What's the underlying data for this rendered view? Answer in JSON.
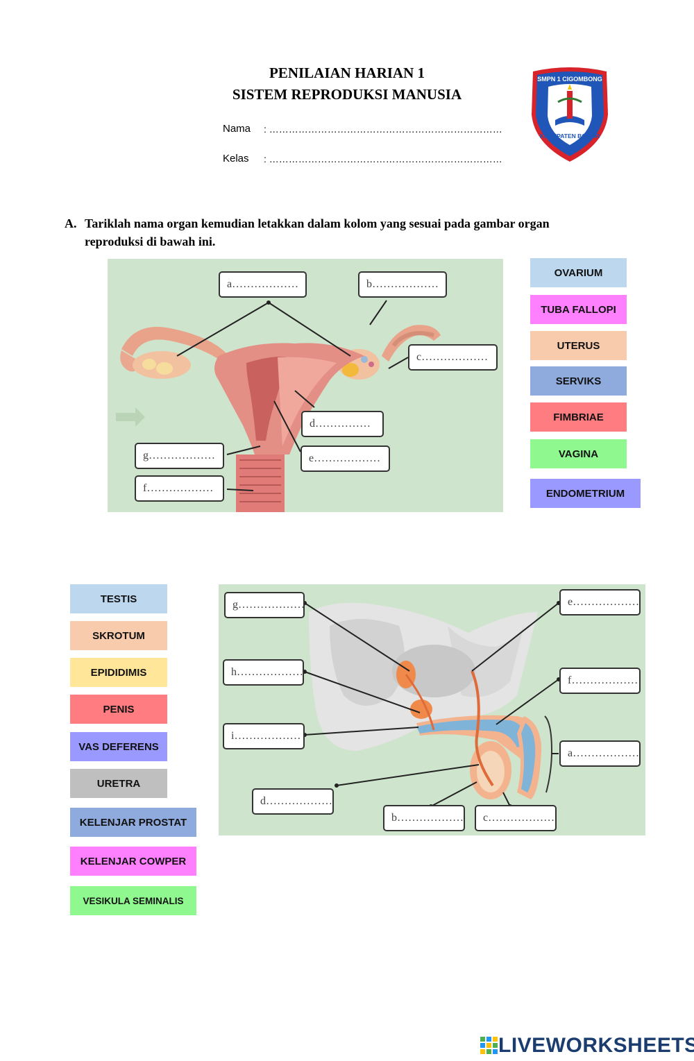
{
  "header": {
    "title_line1": "PENILAIAN HARIAN 1",
    "title_line2": "SISTEM REPRODUKSI MANUSIA",
    "fields": [
      {
        "label": "Nama",
        "value": ": ………………………………………………………………"
      },
      {
        "label": "Kelas",
        "value": ": ………………………………………………………………"
      }
    ],
    "logo_text_top": "SMPN 1 CIGOMBONG",
    "logo_text_bottom": "KABUPATEN BOGOR"
  },
  "section_a": {
    "marker": "A.",
    "instruction_line1": "Tariklah nama organ kemudian letakkan dalam kolom yang sesuai pada gambar organ",
    "instruction_line2": "reproduksi di bawah ini."
  },
  "female_diagram": {
    "labels": [
      "a………………",
      "b………………",
      "c………………",
      "d……………",
      "e………………",
      "g………………",
      "f………………"
    ]
  },
  "female_options": [
    {
      "label": "OVARIUM",
      "color": "#bdd7ee"
    },
    {
      "label": "TUBA FALLOPI",
      "color": "#ff80ff"
    },
    {
      "label": "UTERUS",
      "color": "#f8cbad"
    },
    {
      "label": "SERVIKS",
      "color": "#8faadc"
    },
    {
      "label": "FIMBRIAE",
      "color": "#ff7c80"
    },
    {
      "label": "VAGINA",
      "color": "#8ff98f"
    },
    {
      "label": "ENDOMETRIUM",
      "color": "#9999ff"
    }
  ],
  "male_options": [
    {
      "label": "TESTIS",
      "color": "#bdd7ee"
    },
    {
      "label": "SKROTUM",
      "color": "#f8cbad"
    },
    {
      "label": "EPIDIDIMIS",
      "color": "#ffe699"
    },
    {
      "label": "PENIS",
      "color": "#ff7c80"
    },
    {
      "label": "VAS DEFERENS",
      "color": "#9999ff"
    },
    {
      "label": "URETRA",
      "color": "#bfbfbf"
    },
    {
      "label": "KELENJAR PROSTAT",
      "color": "#8faadc"
    },
    {
      "label": "KELENJAR COWPER",
      "color": "#ff80ff"
    },
    {
      "label": "VESIKULA SEMINALIS",
      "color": "#8ff98f"
    }
  ],
  "male_diagram": {
    "labels": [
      "g………………",
      "e………………",
      "h………………",
      "f………………",
      "i………………",
      "a………………",
      "d………………",
      "b………………",
      "c………………"
    ]
  },
  "footer": {
    "brand": "LIVEWORKSHEETS"
  }
}
